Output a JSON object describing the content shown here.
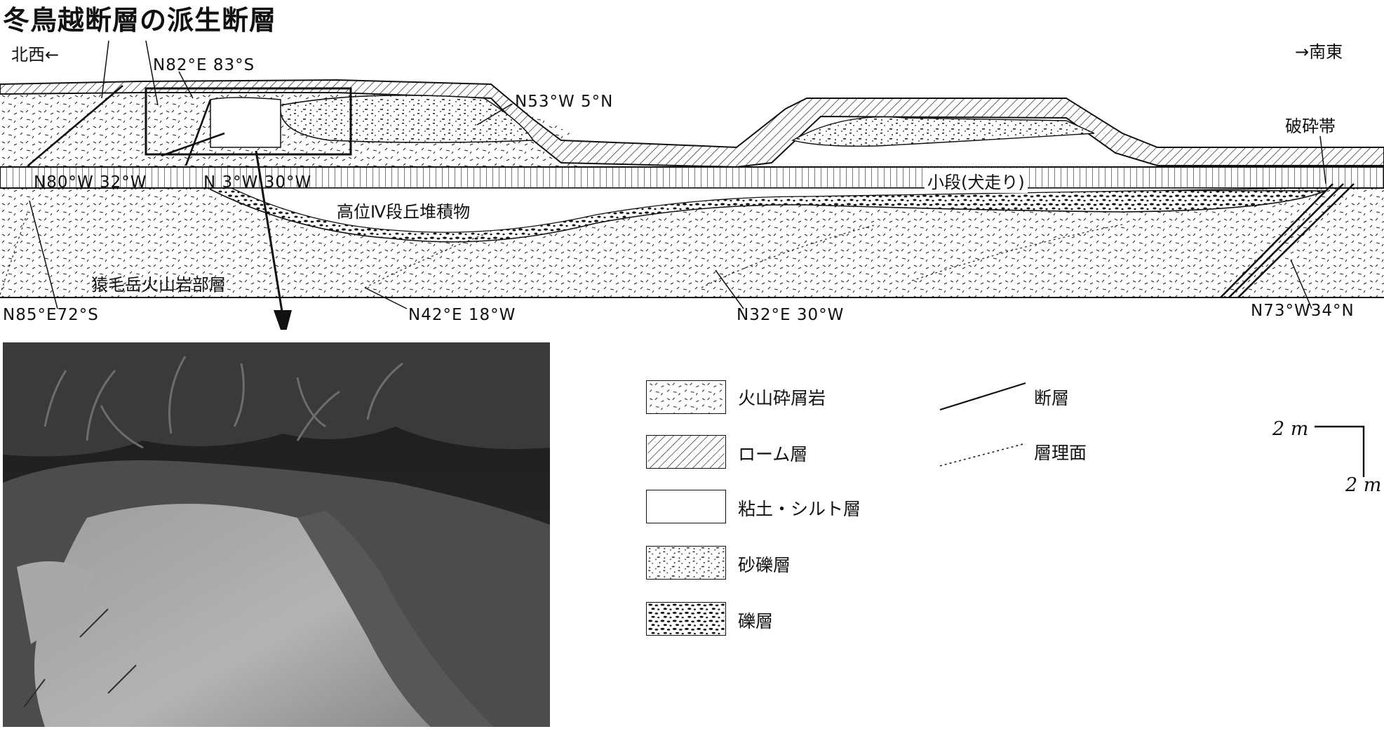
{
  "title": "冬鳥越断層の派生断層",
  "directions": {
    "northwest": "北西←",
    "southeast": "→南東"
  },
  "section_labels": {
    "fracture_zone": "破砕帯",
    "small_bench": "小段(犬走り)",
    "terrace_deposit": "高位Ⅳ段丘堆積物",
    "volcanic_member": "猿毛岳火山岩部層"
  },
  "attitudes": {
    "n82e83s": "N82°E 83°S",
    "n53w5n": "N53°W 5°N",
    "n80w32w": "N80°W 32°W",
    "n3w30w": "N 3°W 30°W",
    "n85e72s": "N85°E72°S",
    "n42e18w": "N42°E 18°W",
    "n32e30w": "N32°E 30°W",
    "n73w34n": "N73°W34°N"
  },
  "legend": {
    "volcaniclastic": "火山砕屑岩",
    "loam": "ローム層",
    "clay_silt": "粘土・シルト層",
    "sand_gravel": "砂礫層",
    "gravel": "礫層",
    "fault": "断層",
    "bedding": "層理面"
  },
  "scale": {
    "horizontal": "2 m",
    "vertical": "2 m"
  },
  "photo": {
    "icon": "outcrop-photo"
  }
}
